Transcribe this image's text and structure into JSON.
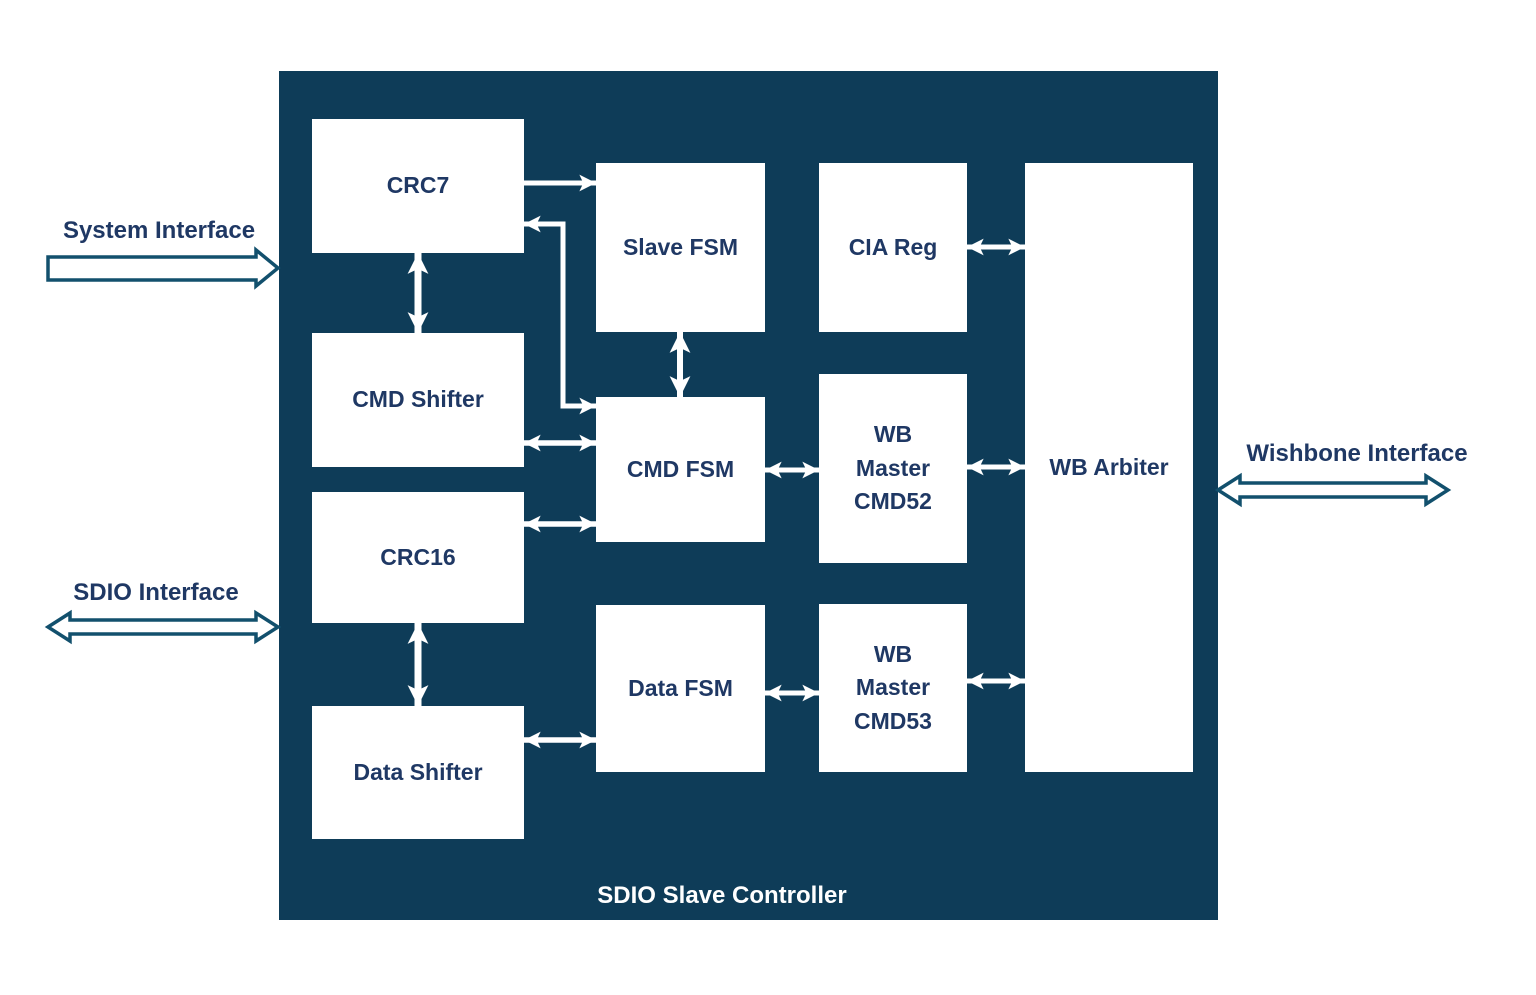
{
  "diagram_title": "SDIO Slave Controller",
  "colors": {
    "canvas_bg": "#ffffff",
    "container_bg": "#0e3c58",
    "block_bg": "#ffffff",
    "block_text": "#1f3864",
    "outside_label_text": "#1f3864",
    "container_label_text": "#ffffff",
    "internal_arrow": "#ffffff",
    "interface_arrow_fill": "#ffffff",
    "interface_arrow_stroke": "#12506d"
  },
  "container": {
    "label": "SDIO Slave Controller"
  },
  "blocks": {
    "crc7": {
      "label": "CRC7"
    },
    "cmd_shifter": {
      "label": "CMD Shifter"
    },
    "crc16": {
      "label": "CRC16"
    },
    "data_shifter": {
      "label": "Data Shifter"
    },
    "slave_fsm": {
      "label": "Slave FSM"
    },
    "cmd_fsm": {
      "label": "CMD FSM"
    },
    "data_fsm": {
      "label": "Data FSM"
    },
    "cia_reg": {
      "label": "CIA Reg"
    },
    "wb_master_cmd52": {
      "label": "WB\nMaster\nCMD52"
    },
    "wb_master_cmd53": {
      "label": "WB\nMaster\nCMD53"
    },
    "wb_arbiter": {
      "label": "WB Arbiter"
    }
  },
  "interfaces": {
    "system": {
      "label": "System Interface",
      "direction": "into-controller"
    },
    "sdio": {
      "label": "SDIO Interface",
      "direction": "bidirectional"
    },
    "wishbone": {
      "label": "Wishbone Interface",
      "direction": "bidirectional"
    }
  },
  "connections": [
    {
      "from": "crc7",
      "to": "slave_fsm",
      "bidirectional": false
    },
    {
      "from": "cmd_fsm",
      "to": "crc7",
      "bidirectional": true
    },
    {
      "from": "crc7",
      "to": "cmd_shifter",
      "bidirectional": true
    },
    {
      "from": "cmd_shifter",
      "to": "cmd_fsm",
      "bidirectional": true
    },
    {
      "from": "crc16",
      "to": "cmd_fsm",
      "bidirectional": true
    },
    {
      "from": "crc16",
      "to": "data_shifter",
      "bidirectional": true
    },
    {
      "from": "data_shifter",
      "to": "data_fsm",
      "bidirectional": true
    },
    {
      "from": "slave_fsm",
      "to": "cmd_fsm",
      "bidirectional": true
    },
    {
      "from": "cmd_fsm",
      "to": "wb_master_cmd52",
      "bidirectional": true
    },
    {
      "from": "data_fsm",
      "to": "wb_master_cmd53",
      "bidirectional": true
    },
    {
      "from": "cia_reg",
      "to": "wb_arbiter",
      "bidirectional": true
    },
    {
      "from": "wb_master_cmd52",
      "to": "wb_arbiter",
      "bidirectional": true
    },
    {
      "from": "wb_master_cmd53",
      "to": "wb_arbiter",
      "bidirectional": true
    }
  ]
}
